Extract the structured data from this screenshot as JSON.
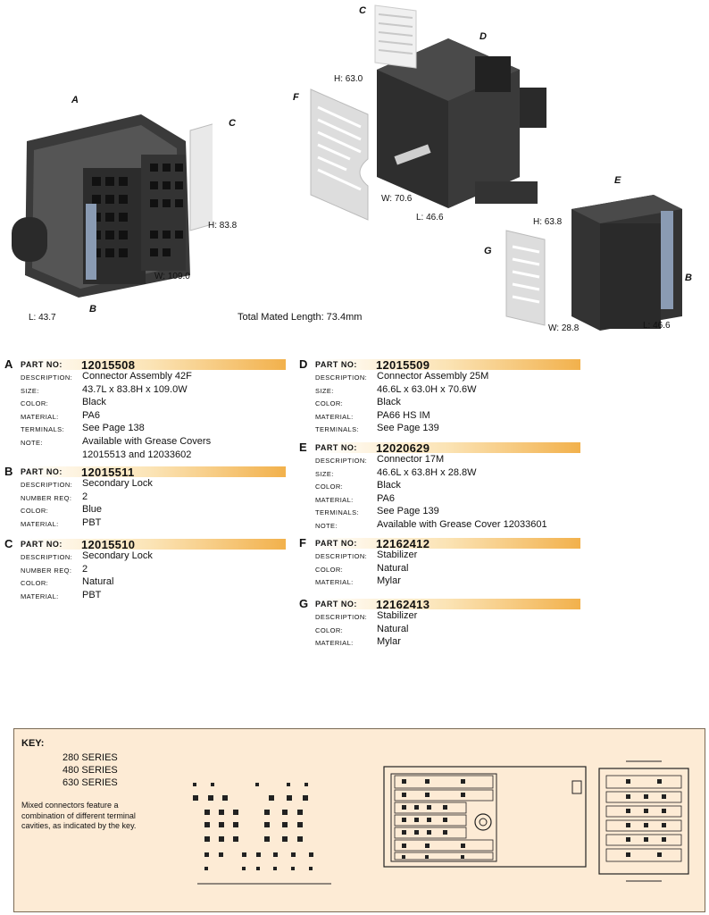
{
  "illustration": {
    "callouts": {
      "a": "A",
      "b_left": "B",
      "c_left": "C",
      "c_top": "C",
      "d": "D",
      "f": "F",
      "e": "E",
      "g": "G",
      "b_right": "B"
    },
    "dims": {
      "l_a": "L: 43.7",
      "w_a": "W: 109.0",
      "h_a": "H: 83.8",
      "h_d": "H: 63.0",
      "w_d": "W: 70.6",
      "l_d": "L: 46.6",
      "h_e": "H: 63.8",
      "w_e": "W: 28.8",
      "l_e": "L: 46.6"
    },
    "total_length": "Total Mated Length: 73.4mm"
  },
  "parts": {
    "A": {
      "letter": "A",
      "label": "PART NO:",
      "number": "12015508",
      "rows": [
        {
          "k": "DESCRIPTION:",
          "v": "Connector Assembly 42F"
        },
        {
          "k": "SIZE:",
          "v": "43.7L x 83.8H x 109.0W"
        },
        {
          "k": "COLOR:",
          "v": "Black"
        },
        {
          "k": "MATERIAL:",
          "v": "PA6"
        },
        {
          "k": "TERMINALS:",
          "v": "See Page 138"
        },
        {
          "k": "NOTE:",
          "v": "Available with Grease Covers"
        },
        {
          "k": "",
          "v": "12015513 and 12033602"
        }
      ]
    },
    "B": {
      "letter": "B",
      "label": "PART NO:",
      "number": "12015511",
      "rows": [
        {
          "k": "DESCRIPTION:",
          "v": "Secondary Lock"
        },
        {
          "k": "NUMBER REQ:",
          "v": "2"
        },
        {
          "k": "COLOR:",
          "v": "Blue"
        },
        {
          "k": "MATERIAL:",
          "v": "PBT"
        }
      ]
    },
    "C": {
      "letter": "C",
      "label": "PART NO:",
      "number": "12015510",
      "rows": [
        {
          "k": "DESCRIPTION:",
          "v": "Secondary Lock"
        },
        {
          "k": "NUMBER REQ:",
          "v": "2"
        },
        {
          "k": "COLOR:",
          "v": "Natural"
        },
        {
          "k": "MATERIAL:",
          "v": "PBT"
        }
      ]
    },
    "D": {
      "letter": "D",
      "label": "PART NO:",
      "number": "12015509",
      "rows": [
        {
          "k": "DESCRIPTION:",
          "v": "Connector Assembly 25M"
        },
        {
          "k": "SIZE:",
          "v": "46.6L x 63.0H x 70.6W"
        },
        {
          "k": "COLOR:",
          "v": "Black"
        },
        {
          "k": "MATERIAL:",
          "v": "PA66 HS IM"
        },
        {
          "k": "TERMINALS:",
          "v": "See Page 139"
        }
      ]
    },
    "E": {
      "letter": "E",
      "label": "PART NO:",
      "number": "12020629",
      "rows": [
        {
          "k": "DESCRIPTION:",
          "v": "Connector 17M"
        },
        {
          "k": "SIZE:",
          "v": "46.6L x 63.8H x 28.8W"
        },
        {
          "k": "COLOR:",
          "v": "Black"
        },
        {
          "k": "MATERIAL:",
          "v": "PA6"
        },
        {
          "k": "TERMINALS:",
          "v": "See Page 139"
        },
        {
          "k": "NOTE:",
          "v": "Available with Grease Cover 12033601"
        }
      ]
    },
    "F": {
      "letter": "F",
      "label": "PART NO:",
      "number": "12162412",
      "rows": [
        {
          "k": "DESCRIPTION:",
          "v": "Stabilizer"
        },
        {
          "k": "COLOR:",
          "v": "Natural"
        },
        {
          "k": "MATERIAL:",
          "v": "Mylar"
        }
      ]
    },
    "G": {
      "letter": "G",
      "label": "PART NO:",
      "number": "12162413",
      "rows": [
        {
          "k": "DESCRIPTION:",
          "v": "Stabilizer"
        },
        {
          "k": "COLOR:",
          "v": "Natural"
        },
        {
          "k": "MATERIAL:",
          "v": "Mylar"
        }
      ]
    }
  },
  "key": {
    "title": "KEY:",
    "series": [
      "280 SERIES",
      "480 SERIES",
      "630 SERIES"
    ],
    "description": "Mixed connectors feature a combination of different terminal cavities, as indicated by the key."
  },
  "colors": {
    "header_accent": "#f2b14c",
    "key_background": "#fdebd5"
  }
}
